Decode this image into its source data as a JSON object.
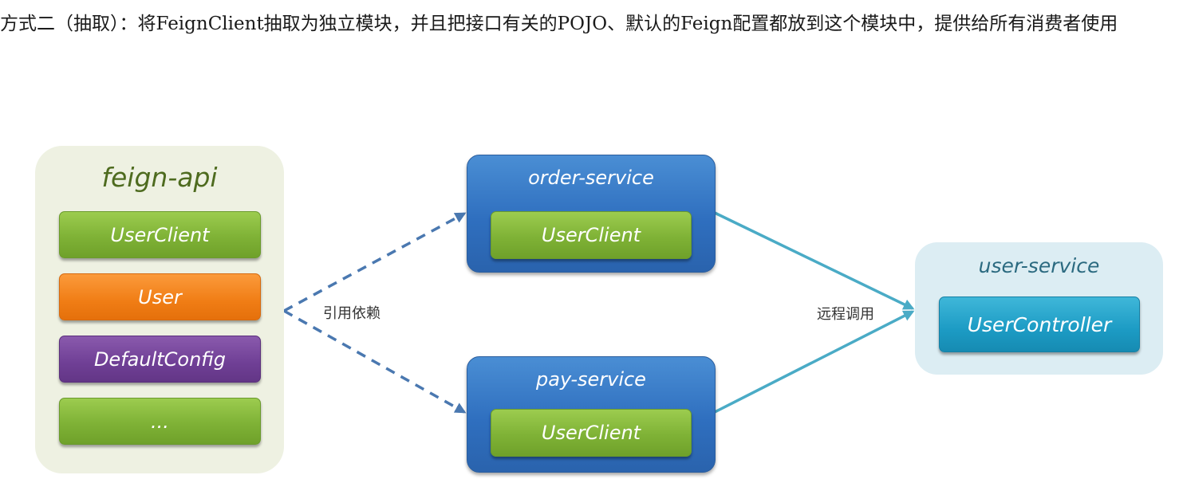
{
  "intro_text": "方式二（抽取）：将FeignClient抽取为独立模块，并且把接口有关的POJO、默认的Feign配置都放到这个模块中，提供给所有消费者使用",
  "colors": {
    "api_panel": "#eef1e2",
    "service_blue": "#2f6fbf",
    "user_panel": "#dcedf3",
    "chip_green": "#7fb236",
    "chip_orange": "#f07d15",
    "chip_purple": "#6f3f95",
    "chip_cyan": "#1c9bc4",
    "dashed_arrow": "#4a78b0",
    "solid_arrow": "#4aabc6"
  },
  "feign_api": {
    "title": "feign-api",
    "items": [
      {
        "label": "UserClient",
        "color": "green"
      },
      {
        "label": "User",
        "color": "orange"
      },
      {
        "label": "DefaultConfig",
        "color": "purple"
      },
      {
        "label": "...",
        "color": "green"
      }
    ]
  },
  "order_service": {
    "title": "order-service",
    "client": "UserClient"
  },
  "pay_service": {
    "title": "pay-service",
    "client": "UserClient"
  },
  "user_service": {
    "title": "user-service",
    "controller": "UserController"
  },
  "edges": {
    "dependency_label": "引用依赖",
    "remote_call_label": "远程调用"
  }
}
